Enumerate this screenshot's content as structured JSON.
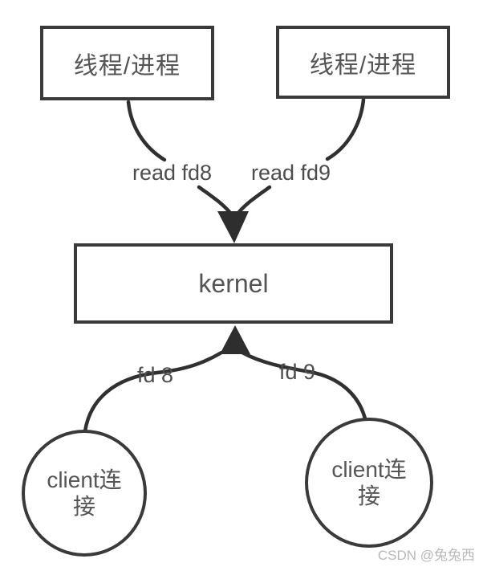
{
  "diagram": {
    "title_hint": "multiplexed IO: threads reading fds from kernel fed by client connections",
    "colors": {
      "background": "#ffffff",
      "stroke": "#303030",
      "node_border": "#3a3a3a",
      "text": "#555555",
      "label_text": "#4d4d4d",
      "watermark": "#b9b9b9"
    },
    "nodes": {
      "process_left": {
        "label": "线程/进程"
      },
      "process_right": {
        "label": "线程/进程"
      },
      "kernel": {
        "label": "kernel"
      },
      "client_left": {
        "line1": "client连",
        "line2": "接"
      },
      "client_right": {
        "line1": "client连",
        "line2": "接"
      }
    },
    "edge_labels": {
      "read_fd8": "read fd8",
      "read_fd9": "read fd9",
      "fd8": "fd 8",
      "fd9": "fd 9"
    },
    "watermark": {
      "text": "CSDN @兔兔西"
    }
  }
}
